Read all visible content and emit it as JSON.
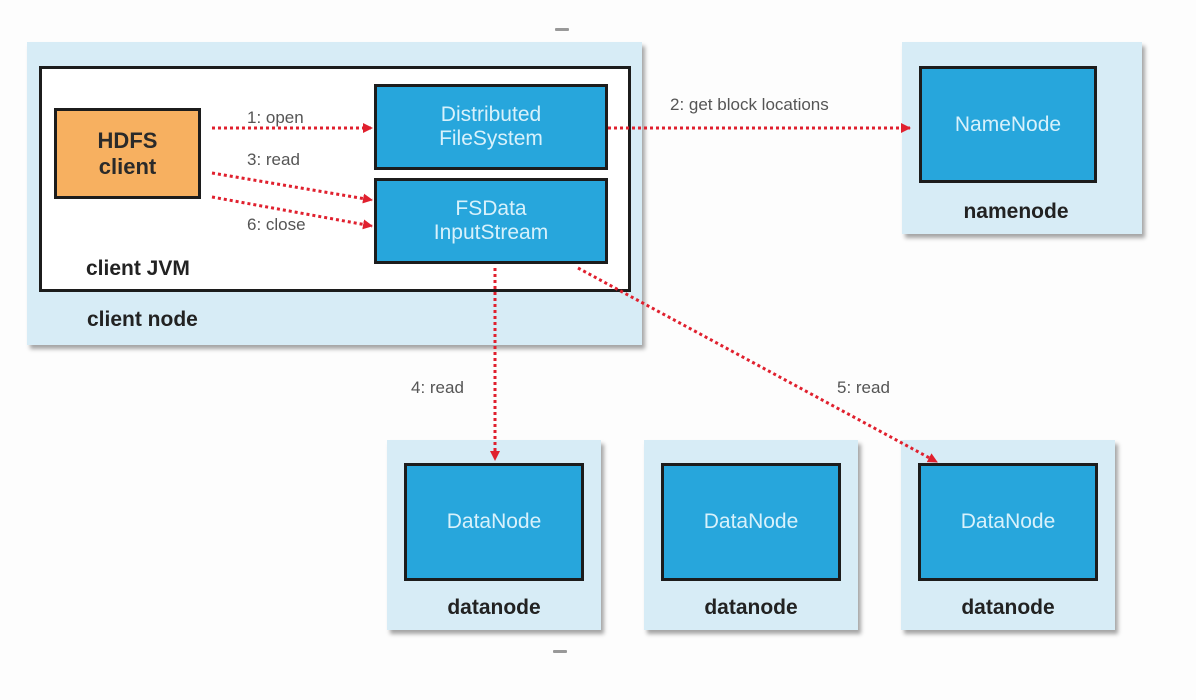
{
  "diagram": {
    "client_node": {
      "label": "client node",
      "jvm": {
        "label": "client JVM",
        "hdfs_client": "HDFS client",
        "distributed_filesystem": "Distributed FileSystem",
        "fsdata_inputstream": "FSData InputStream"
      }
    },
    "namenode": {
      "inner": "NameNode",
      "label": "namenode"
    },
    "datanodes": [
      {
        "inner": "DataNode",
        "label": "datanode"
      },
      {
        "inner": "DataNode",
        "label": "datanode"
      },
      {
        "inner": "DataNode",
        "label": "datanode"
      }
    ],
    "edges": [
      {
        "id": "open",
        "label": "1: open",
        "from": "HDFS client",
        "to": "Distributed FileSystem"
      },
      {
        "id": "get-block-locations",
        "label": "2: get block locations",
        "from": "Distributed FileSystem",
        "to": "NameNode"
      },
      {
        "id": "read-3",
        "label": "3: read",
        "from": "HDFS client",
        "to": "FSData InputStream"
      },
      {
        "id": "read-4",
        "label": "4: read",
        "from": "FSData InputStream",
        "to": "DataNode 1"
      },
      {
        "id": "read-5",
        "label": "5: read",
        "from": "FSData InputStream",
        "to": "DataNode 3"
      },
      {
        "id": "close",
        "label": "6: close",
        "from": "HDFS client",
        "to": "FSData InputStream"
      }
    ],
    "colors": {
      "node_bg": "#d7ecf6",
      "component_blue": "#27a6dc",
      "client_orange": "#f7b060",
      "arrow_red": "#e0202e"
    }
  }
}
